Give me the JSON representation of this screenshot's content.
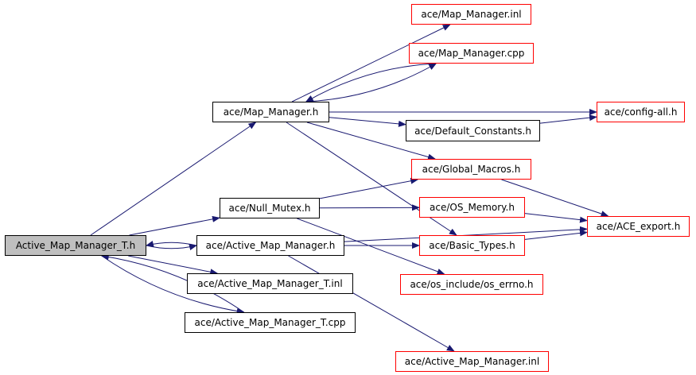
{
  "colors": {
    "edge": "#191970",
    "node_border": "#000000",
    "external_border": "#ff0000",
    "root_fill": "#bfbfbf",
    "background": "#ffffff"
  },
  "nodes": {
    "active_map_manager_t_h": "Active_Map_Manager_T.h",
    "map_manager_h": "ace/Map_Manager.h",
    "map_manager_inl": "ace/Map_Manager.inl",
    "map_manager_cpp": "ace/Map_Manager.cpp",
    "config_all_h": "ace/config-all.h",
    "default_constants_h": "ace/Default_Constants.h",
    "global_macros_h": "ace/Global_Macros.h",
    "null_mutex_h": "ace/Null_Mutex.h",
    "os_memory_h": "ace/OS_Memory.h",
    "ace_export_h": "ace/ACE_export.h",
    "active_map_manager_h": "ace/Active_Map_Manager.h",
    "basic_types_h": "ace/Basic_Types.h",
    "os_errno_h": "ace/os_include/os_errno.h",
    "active_map_manager_t_inl": "ace/Active_Map_Manager_T.inl",
    "active_map_manager_t_cpp": "ace/Active_Map_Manager_T.cpp",
    "active_map_manager_inl": "ace/Active_Map_Manager.inl"
  },
  "edges": [
    [
      "active_map_manager_t_h",
      "map_manager_h"
    ],
    [
      "active_map_manager_t_h",
      "null_mutex_h"
    ],
    [
      "active_map_manager_t_h",
      "active_map_manager_h"
    ],
    [
      "active_map_manager_h",
      "active_map_manager_t_h"
    ],
    [
      "active_map_manager_t_h",
      "active_map_manager_t_inl"
    ],
    [
      "active_map_manager_t_h",
      "active_map_manager_t_cpp"
    ],
    [
      "active_map_manager_t_cpp",
      "active_map_manager_t_h"
    ],
    [
      "map_manager_h",
      "map_manager_inl"
    ],
    [
      "map_manager_h",
      "map_manager_cpp"
    ],
    [
      "map_manager_cpp",
      "map_manager_h"
    ],
    [
      "map_manager_h",
      "config_all_h"
    ],
    [
      "map_manager_h",
      "default_constants_h"
    ],
    [
      "default_constants_h",
      "config_all_h"
    ],
    [
      "map_manager_h",
      "global_macros_h"
    ],
    [
      "map_manager_h",
      "basic_types_h"
    ],
    [
      "null_mutex_h",
      "global_macros_h"
    ],
    [
      "null_mutex_h",
      "os_memory_h"
    ],
    [
      "null_mutex_h",
      "os_errno_h"
    ],
    [
      "global_macros_h",
      "ace_export_h"
    ],
    [
      "os_memory_h",
      "ace_export_h"
    ],
    [
      "basic_types_h",
      "ace_export_h"
    ],
    [
      "active_map_manager_h",
      "basic_types_h"
    ],
    [
      "active_map_manager_h",
      "ace_export_h"
    ],
    [
      "active_map_manager_h",
      "active_map_manager_inl"
    ]
  ]
}
